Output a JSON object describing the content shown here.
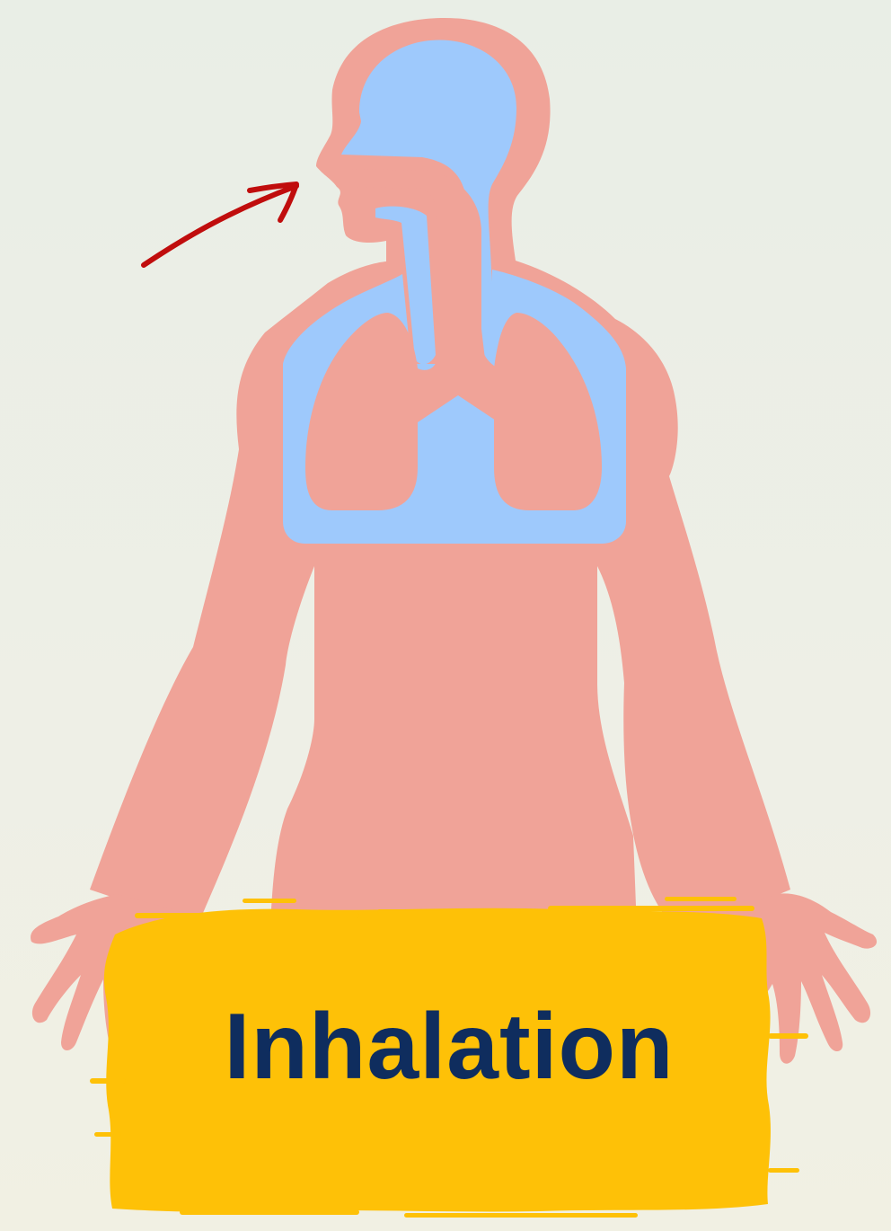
{
  "label": "Inhalation",
  "colors": {
    "body": "#f0a398",
    "airway": "#9ec9fc",
    "arrow": "#c00d0d",
    "banner": "#fec107",
    "label": "#0f2d5e"
  },
  "icons": {
    "figure": "human-respiratory-system",
    "arrow": "inhale-arrow"
  }
}
